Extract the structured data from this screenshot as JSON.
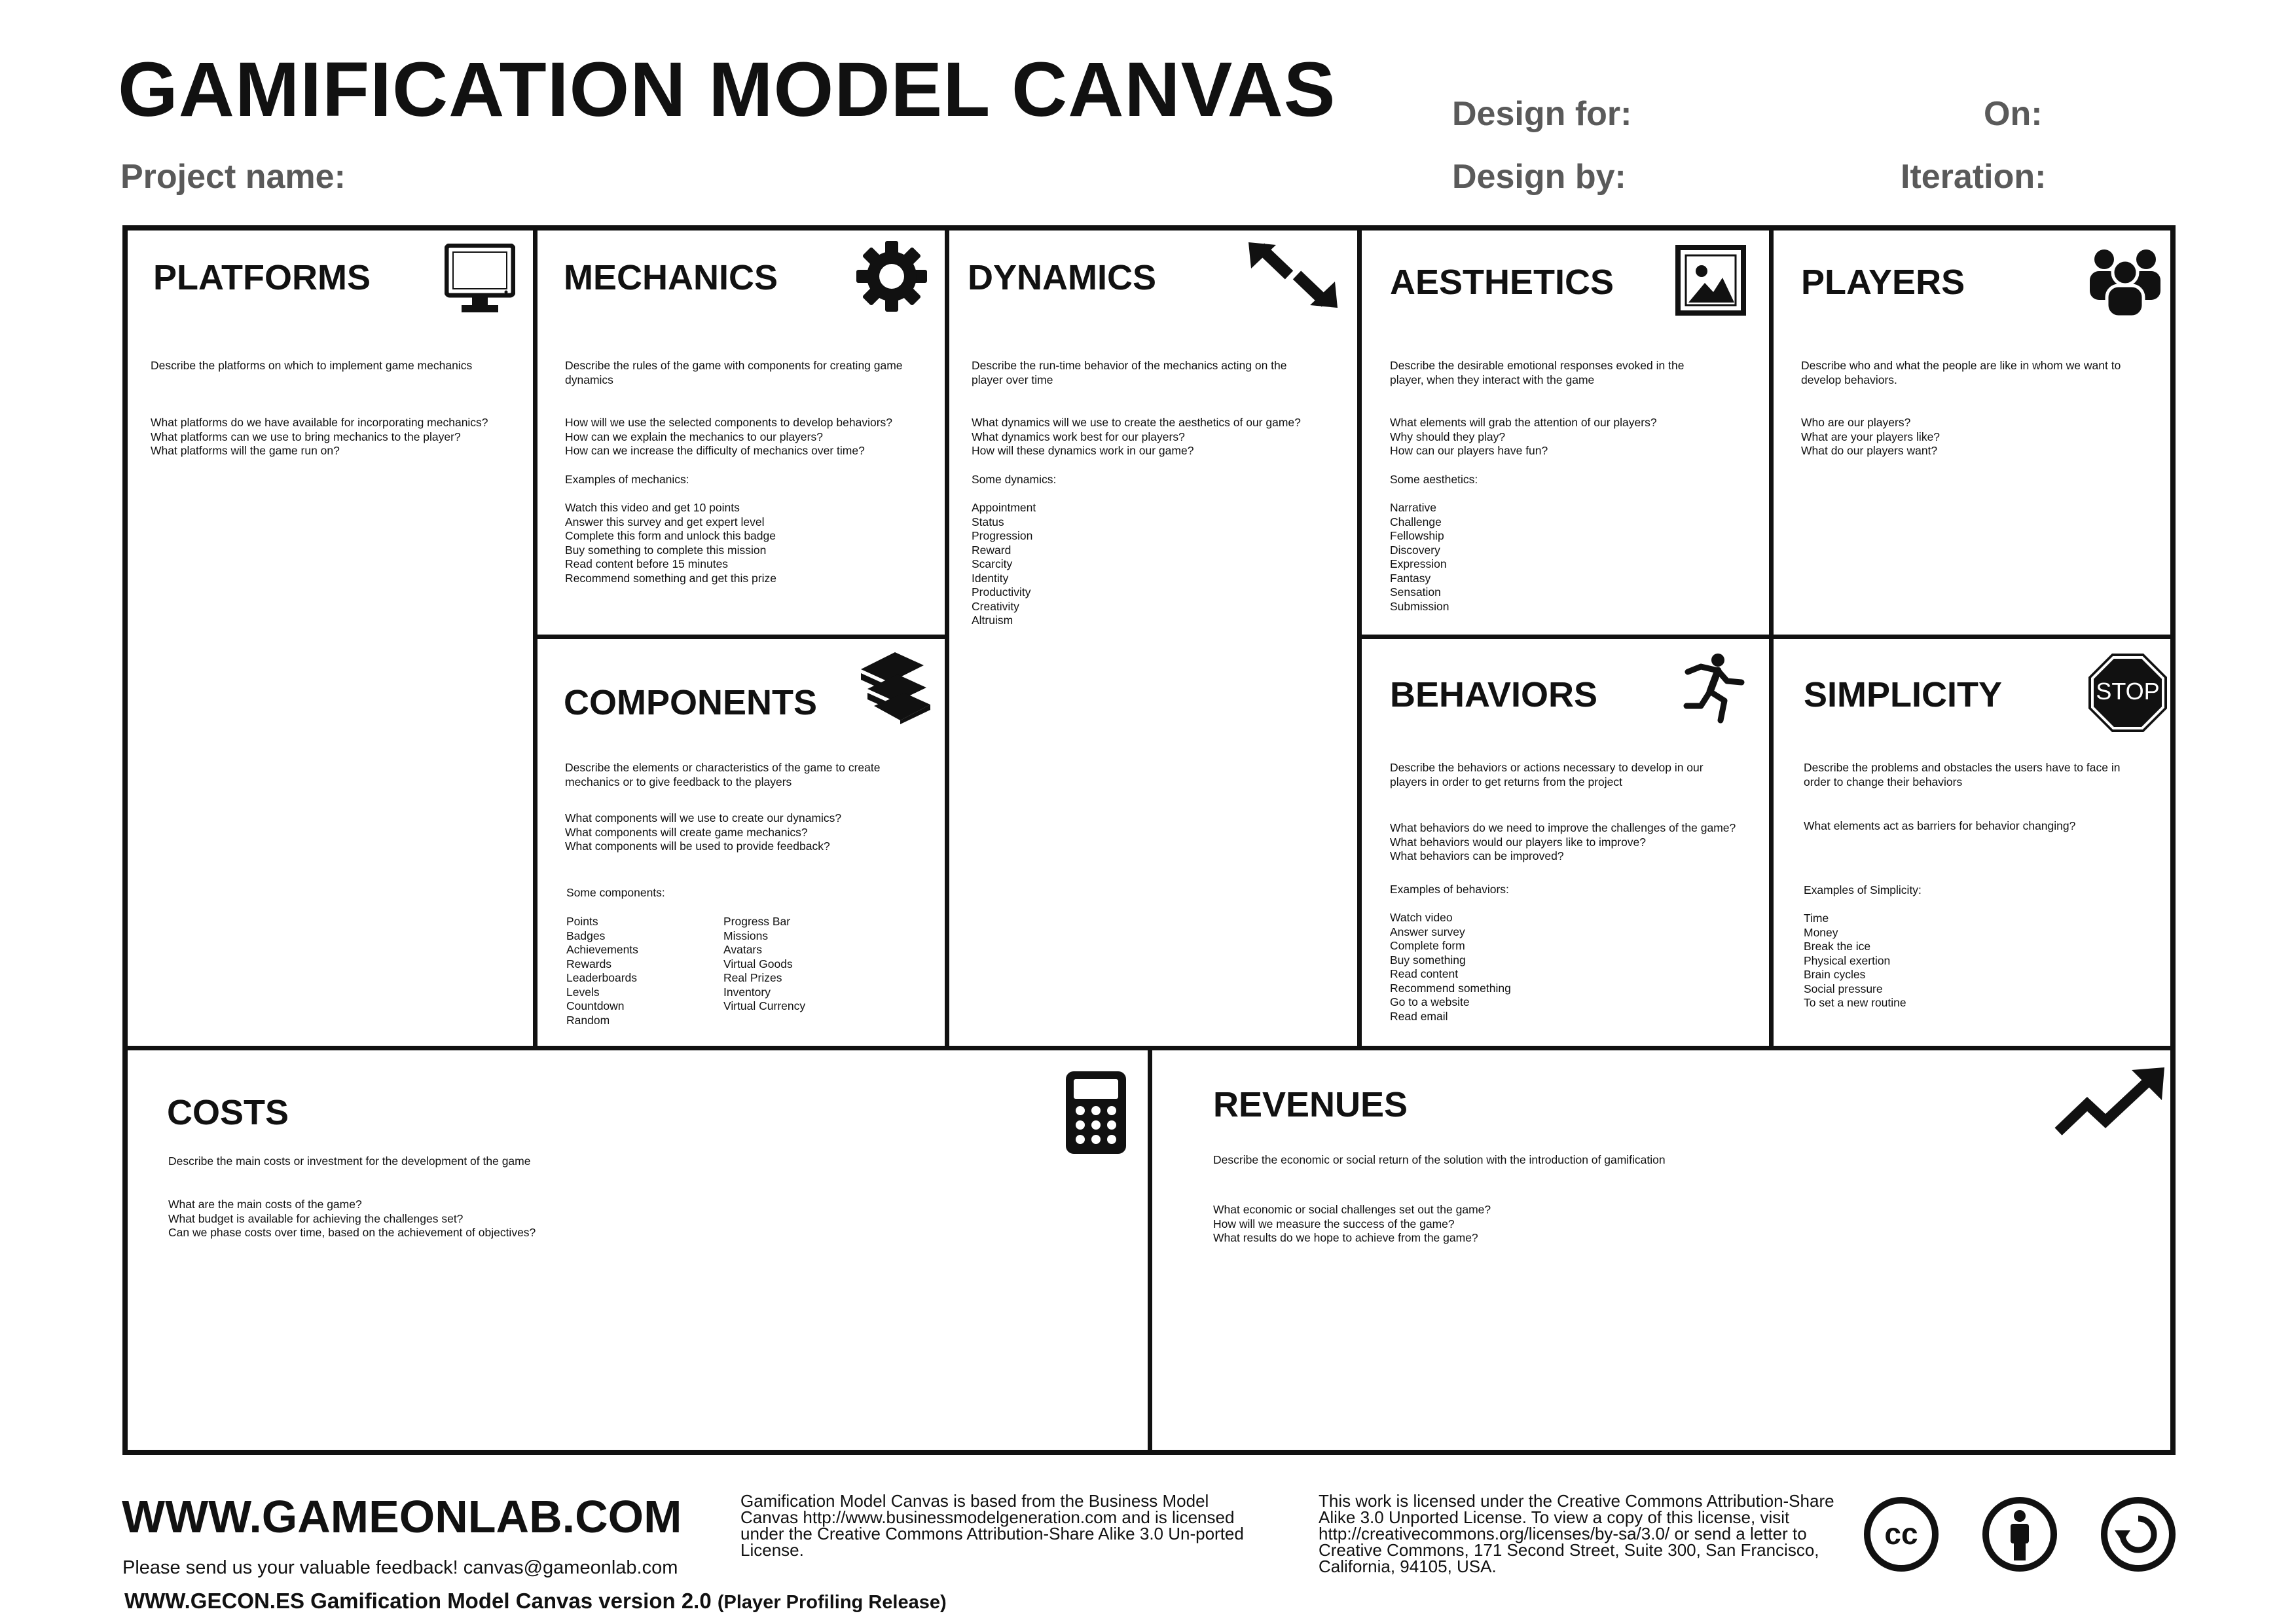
{
  "header": {
    "title": "GAMIFICATION MODEL CANVAS",
    "project_name": "Project name:",
    "design_for": "Design for:",
    "design_by": "Design by:",
    "on": "On:",
    "iteration": "Iteration:"
  },
  "blocks": {
    "platforms": {
      "title": "PLATFORMS",
      "description": "Describe the platforms on which to implement game mechanics",
      "questions": "What platforms do we have available for incorporating mechanics?\nWhat platforms can we use to bring mechanics to the player?\nWhat platforms will the game run on?",
      "icon": "monitor-icon"
    },
    "mechanics": {
      "title": "MECHANICS",
      "description": "Describe the rules of the game with components for creating game\ndynamics",
      "questions": "How will we use the selected components to develop behaviors?\nHow can we explain the mechanics to our players?\nHow can we increase the difficulty of mechanics over time?",
      "examples_label": "Examples of mechanics:",
      "examples": "Watch this video and get 10 points\nAnswer this survey and get expert level\nComplete this form and unlock this badge\nBuy something to complete this mission\nRead content before 15 minutes\nRecommend something and get this prize",
      "icon": "gear-icon"
    },
    "dynamics": {
      "title": "DYNAMICS",
      "description": "Describe the run-time behavior of the mechanics acting on the\nplayer over time",
      "questions": "What dynamics will we use to create the aesthetics of our game?\nWhat dynamics work best for our players?\nHow will these dynamics work in our game?",
      "examples_label": "Some dynamics:",
      "examples": "Appointment\nStatus\nProgression\nReward\nScarcity\nIdentity\nProductivity\nCreativity\nAltruism",
      "icon": "double-arrow-icon"
    },
    "aesthetics": {
      "title": "AESTHETICS",
      "description": "Describe the desirable emotional responses evoked in the\nplayer, when they interact with the game",
      "questions": "What elements will grab the attention of our players?\nWhy should they play?\nHow can our players have fun?",
      "examples_label": "Some aesthetics:",
      "examples": "Narrative\nChallenge\nFellowship\nDiscovery\nExpression\nFantasy\nSensation\nSubmission",
      "icon": "picture-icon"
    },
    "players": {
      "title": "PLAYERS",
      "description": "Describe who and what the people are like in whom we want to\ndevelop behaviors.",
      "questions": "Who are our players?\nWhat are your players like?\nWhat do our players want?",
      "icon": "group-icon"
    },
    "components": {
      "title": "COMPONENTS",
      "description": "Describe the elements or characteristics of the game to create\nmechanics or to give feedback to the players",
      "questions": "What components will we use to create our dynamics?\nWhat components will create game mechanics?\nWhat components will be used to provide feedback?",
      "examples_label": "Some components:",
      "examples_col1": "Points\nBadges\nAchievements\nRewards\nLeaderboards\nLevels\nCountdown\nRandom",
      "examples_col2": "Progress Bar\nMissions\nAvatars\nVirtual Goods\nReal Prizes\nInventory\nVirtual Currency",
      "icon": "layers-icon"
    },
    "behaviors": {
      "title": "BEHAVIORS",
      "description": "Describe the behaviors or actions necessary to develop in our\nplayers in order to get returns from the project",
      "questions": "What behaviors do we need to improve the challenges of the game?\nWhat behaviors would our players like to improve?\nWhat behaviors can be improved?",
      "examples_label": "Examples of behaviors:",
      "examples": "Watch video\nAnswer survey\nComplete form\nBuy something\nRead content\nRecommend something\nGo to a website\nRead email",
      "icon": "running-person-icon"
    },
    "simplicity": {
      "title": "SIMPLICITY",
      "description": "Describe the problems and obstacles the users have to face in\norder to change their behaviors",
      "questions": "What elements act as barriers for behavior changing?",
      "examples_label": "Examples of Simplicity:",
      "examples": "Time\nMoney\nBreak the ice\nPhysical exertion\nBrain cycles\nSocial pressure\nTo set a new routine",
      "icon": "stop-sign-icon",
      "icon_text": "STOP"
    },
    "costs": {
      "title": "COSTS",
      "description": "Describe the main costs or investment for the development of the game",
      "questions": "What are the main costs of the game?\nWhat budget is available for achieving the challenges set?\nCan we phase costs over time, based on the achievement of objectives?",
      "icon": "calculator-icon"
    },
    "revenues": {
      "title": "REVENUES",
      "description": "Describe the economic or social return of the solution with the introduction of gamification",
      "questions": "What economic or social challenges set out the game?\nHow will we measure the success of the game?\nWhat results do we hope to achieve from the game?",
      "icon": "trend-up-icon"
    }
  },
  "footer": {
    "url": "WWW.GAMEONLAB.COM",
    "feedback": "Please send us your valuable feedback! canvas@gameonlab.com",
    "version_main": "WWW.GECON.ES Gamification Model Canvas version 2.0",
    "version_note": "(Player Profiling Release)",
    "based_on": "Gamification Model Canvas is based from the Business Model\nCanvas http://www.businessmodelgeneration.com and is licensed\nunder the Creative Commons Attribution-Share Alike 3.0 Un-ported\nLicense.",
    "license": "This work is licensed under the Creative Commons Attribution-Share\nAlike 3.0 Unported License. To view a copy of this license, visit\nhttp://creativecommons.org/licenses/by-sa/3.0/ or send a letter to\nCreative Commons, 171 Second Street, Suite 300, San Francisco,\nCalifornia, 94105, USA.",
    "cc_text": "cc",
    "license_icons": [
      "cc-icon",
      "attribution-icon",
      "share-alike-icon"
    ]
  }
}
